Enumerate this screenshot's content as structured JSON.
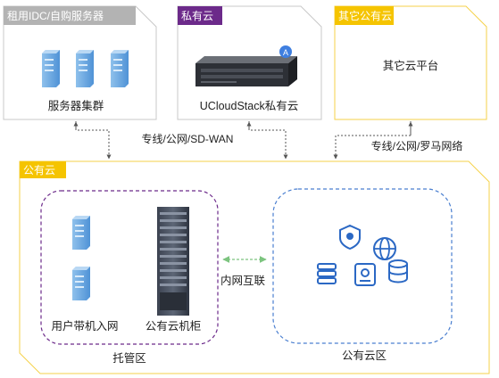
{
  "boxes": {
    "idc": {
      "tag": "租用IDC/自购服务器",
      "label": "服务器集群",
      "accent": "#b3b3b3"
    },
    "private": {
      "tag": "私有云",
      "label": "UCloudStack私有云",
      "accent": "#6c2a8a"
    },
    "other": {
      "tag": "其它公有云",
      "label": "其它云平台",
      "accent": "#f5c400"
    },
    "public": {
      "tag": "公有云",
      "accent": "#f5c400"
    }
  },
  "links": {
    "left_label": "专线/公网/SD-WAN",
    "right_label": "专线/公网/罗马网络",
    "inner_label": "内网互联"
  },
  "hosting": {
    "title": "托管区",
    "user_label": "用户带机入网",
    "rack_label": "公有云机柜",
    "border": "#6c2a8a"
  },
  "public_zone": {
    "title": "公有云区",
    "border": "#4a7fd0"
  },
  "colors": {
    "server": "#6ca7e0",
    "icon_blue": "#2b68c4",
    "link": "#555555",
    "inner_link": "#7cc47f"
  },
  "icons": [
    "server-icon",
    "rack-icon",
    "server-appliance-icon",
    "shield-icon",
    "globe-icon",
    "storage-icon",
    "safe-icon",
    "database-icon"
  ]
}
